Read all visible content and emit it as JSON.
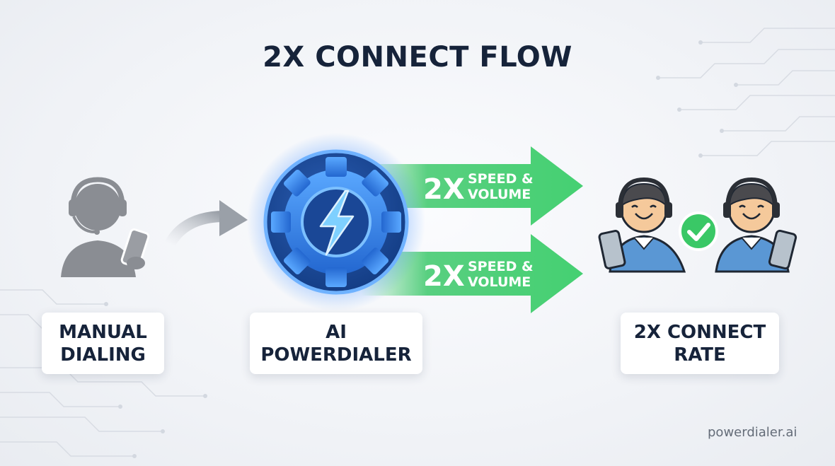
{
  "title": "2X CONNECT FLOW",
  "stages": [
    {
      "line1": "MANUAL",
      "line2": "DIALING"
    },
    {
      "line1": "AI",
      "line2": "POWERDIALER"
    },
    {
      "line1": "2X CONNECT",
      "line2": "RATE"
    }
  ],
  "arrows": [
    {
      "multiplier": "2X",
      "line1": "SPEED &",
      "line2": "VOLUME"
    },
    {
      "multiplier": "2X",
      "line1": "SPEED &",
      "line2": "VOLUME"
    }
  ],
  "watermark": "powerdialer.ai",
  "colors": {
    "title": "#16233a",
    "arrow_green": "#3cc86a",
    "gear_blue": "#2f7ae0",
    "check_green": "#3ac866",
    "person_gray": "#8a8d93",
    "shirt_blue": "#5a97d4"
  },
  "icons": [
    "headset-agent-icon",
    "curved-arrow-icon",
    "gear-icon",
    "lightning-bolt-icon",
    "happy-agent-icon",
    "checkmark-icon"
  ]
}
